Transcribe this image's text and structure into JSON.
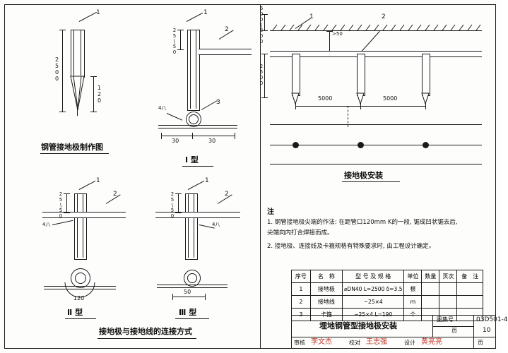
{
  "sheet": {
    "outer_border": true
  },
  "figures": {
    "fig1": {
      "title": "钢管接地极制作图",
      "callout_1": "1",
      "dim_len": "2500",
      "dim_tip": "120"
    },
    "fig2": {
      "title": "Ⅰ 型",
      "callout_1": "1",
      "callout_2": "2",
      "callout_3": "3",
      "dim_25_50": "25～50",
      "dim_left": "30",
      "dim_right": "30",
      "angle": "4八"
    },
    "fig3": {
      "title": "Ⅱ 型",
      "callout_1": "1",
      "callout_2": "2",
      "dim_25_50": "25～50",
      "angle_label": "120",
      "weld_note": "4八"
    },
    "fig4": {
      "title": "Ⅲ 型",
      "callout_1": "1",
      "callout_2": "2",
      "dim_25_50": "25～50",
      "weld_note": "4八",
      "dim_50": "50"
    },
    "fig5": {
      "title": "接地极安装",
      "callout_1": "1",
      "callout_2": "2",
      "dim_depth": "600～800",
      "dim_rod": "2500",
      "dim_gt50": ">50",
      "span_a": "5000",
      "span_b": "5000"
    },
    "bottom_title": "接地极与接地线的连接方式"
  },
  "notes": {
    "heading": "注",
    "items": [
      "1. 钢管接地极尖端的作法: 在距管口120mm K的一段, 锯成凹状锯去后,",
      "   尖端向内打合焊接而成。",
      "2. 接地极、连接线及卡箍规格有特殊要求时, 由工程设计确定。"
    ]
  },
  "table": {
    "headers": [
      "序号",
      "名　称",
      "型 号 及 规 格",
      "单位",
      "数量",
      "页次",
      "备　注"
    ],
    "rows": [
      {
        "no": "1",
        "name": "接地极",
        "spec": "⌀DN40 L=2500 δ=3.5",
        "unit": "根",
        "qty": "",
        "page": "",
        "remark": ""
      },
      {
        "no": "2",
        "name": "接地线",
        "spec": "−25×4",
        "unit": "m",
        "qty": "",
        "page": "",
        "remark": ""
      },
      {
        "no": "3",
        "name": "卡箍",
        "spec": "−25×4  L=190",
        "unit": "个",
        "qty": "",
        "page": "",
        "remark": ""
      }
    ]
  },
  "titleblock": {
    "drawing_title": "埋地钢管型接地极安装",
    "atlas_label": "图集号",
    "atlas_no": "03D501-4",
    "page_label": "页",
    "page_no": "10",
    "approve_label": "审核",
    "approve_name": "李文杰",
    "design_label": "设计",
    "design_name": "黄亮亮",
    "check_label": "校对",
    "check_name": "王志强",
    "sig1": "李文杰",
    "sig2": "王志强",
    "sig3": "黄亮亮"
  },
  "colors": {
    "ink": "#1a1a1a",
    "paper": "#fdfdfb"
  }
}
